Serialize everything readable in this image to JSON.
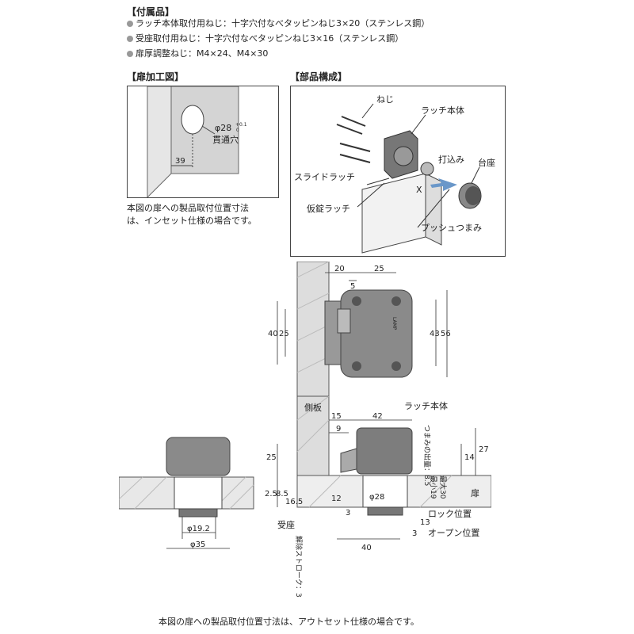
{
  "accessories": {
    "title": "【付属品】",
    "items": [
      "ラッチ本体取付用ねじ：十字穴付なべタッピンねじ3×20（ステンレス鋼）",
      "受座取付用ねじ：十字穴付なべタッピンねじ3×16（ステンレス鋼）",
      "扉厚調整ねじ：M4×24、M4×30"
    ]
  },
  "door_processing": {
    "title": "【扉加工図】",
    "dia": "φ28",
    "tol_top": "+0.1",
    "tol_bot": "0",
    "through_hole": "貫通穴",
    "dim_39": "39",
    "note_line1": "本図の扉への製品取付位置寸法",
    "note_line2": "は、インセット仕様の場合です。"
  },
  "parts": {
    "title": "【部品構成】",
    "screw": "ねじ",
    "latch_body": "ラッチ本体",
    "push_in": "打込み",
    "seat": "台座",
    "slide_latch": "スライドラッチ",
    "temp_lock": "仮錠ラッチ",
    "x": "X",
    "push_knob": "プッシュつまみ"
  },
  "front_view": {
    "d20": "20",
    "d5": "5",
    "d25": "25",
    "d40": "40",
    "d25v": "25",
    "d43": "43",
    "d56": "56",
    "logo": "LAMP"
  },
  "side_view": {
    "side_panel": "側板",
    "latch_body": "ラッチ本体",
    "d15": "15",
    "d42": "42",
    "d9": "9",
    "knob_protrusion": "つまみの出量：8.5",
    "d25": "25",
    "d14": "14",
    "d27": "27",
    "d2_5": "2.5",
    "d8_5": "8.5",
    "d16_5": "16.5",
    "d12": "12",
    "d3": "3",
    "dia28": "φ28",
    "min19": "最小19",
    "max30": "最大30",
    "door": "扉",
    "lock_pos": "ロック位置",
    "open_pos": "オープン位置",
    "d13": "13",
    "d3b": "3",
    "seat": "受座",
    "release_stroke": "解除ストローク：3",
    "d40": "40"
  },
  "left_view": {
    "dia19_2": "φ19.2",
    "dia35": "φ35"
  },
  "footer": "本図の扉への製品取付位置寸法は、アウトセット仕様の場合です。"
}
